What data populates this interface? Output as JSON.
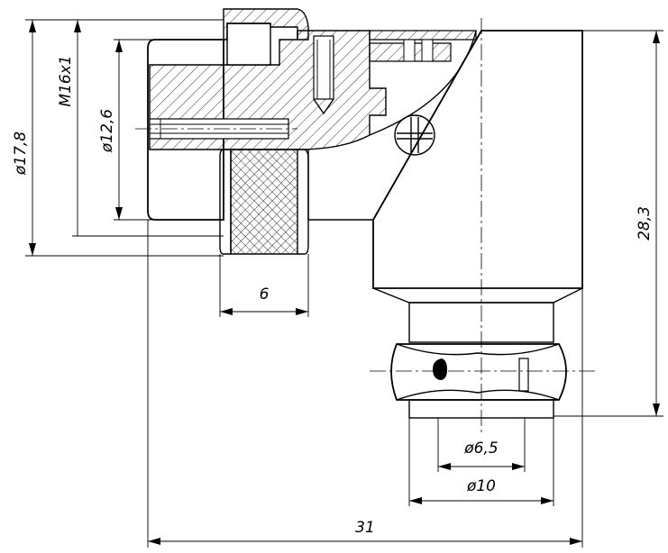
{
  "dimensions": {
    "d_outer": "ø17,8",
    "thread": "M16x1",
    "d_inner": "ø12,6",
    "width_nut": "6",
    "height": "28,3",
    "d_cable_inner": "ø6,5",
    "d_cable_outer": "ø10",
    "length": "31"
  }
}
